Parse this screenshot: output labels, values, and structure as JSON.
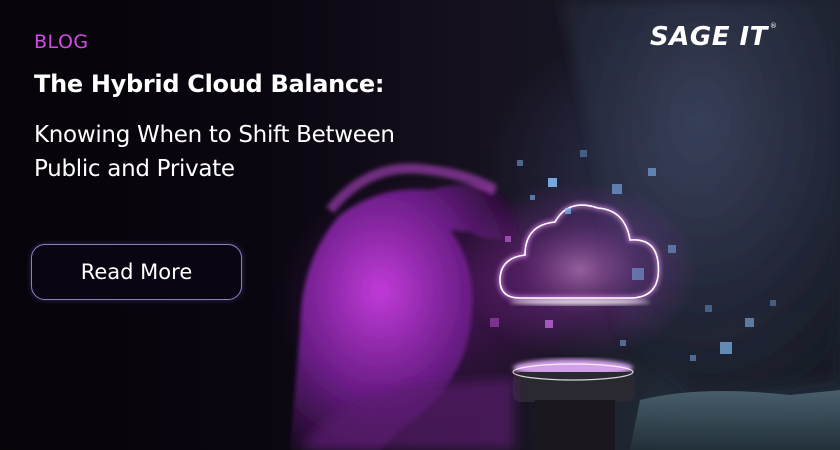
{
  "banner": {
    "category": "BLOG",
    "title": "The Hybrid Cloud Balance:",
    "subtitle_line1": "Knowing When to Shift Between",
    "subtitle_line2": "Public and Private",
    "cta_label": "Read More"
  },
  "logo": {
    "text": "SAGE IT",
    "registered": "®"
  },
  "colors": {
    "accent": "#d34ae6",
    "cloud_glow": "#e070ff",
    "background": "#0a0610"
  },
  "image": {
    "icons": [
      "hand-icon",
      "cloud-icon",
      "smartwatch-icon",
      "pixel-squares"
    ]
  }
}
